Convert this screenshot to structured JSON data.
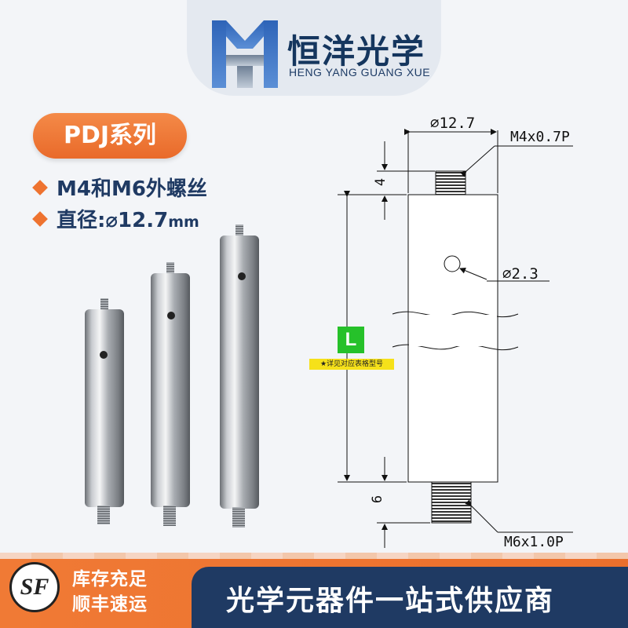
{
  "brand": {
    "name_cn": "恒洋光学",
    "name_en": "HENG YANG GUANG XUE"
  },
  "series": {
    "label": "PDJ系列"
  },
  "features": [
    {
      "text": "M4和M6外螺丝"
    },
    {
      "prefix": "直径:",
      "value": "⌀12.7",
      "unit": "mm"
    }
  ],
  "diagram": {
    "diameter": "⌀12.7",
    "top_thread": "M4x0.7P",
    "top_length": "4",
    "hole": "⌀2.3",
    "length_label": "L",
    "length_note": "★详见对应表格型号",
    "bottom_length": "6",
    "bottom_thread": "M6x1.0P"
  },
  "footer": {
    "sf_logo": "SF",
    "ship_line1": "库存充足",
    "ship_line2": "顺丰速运",
    "slogan": "光学元器件一站式供应商"
  },
  "colors": {
    "brand_blue": "#1f3a63",
    "accent_orange": "#ee7330",
    "label_green": "#26c12a",
    "note_yellow": "#f6e11a"
  }
}
